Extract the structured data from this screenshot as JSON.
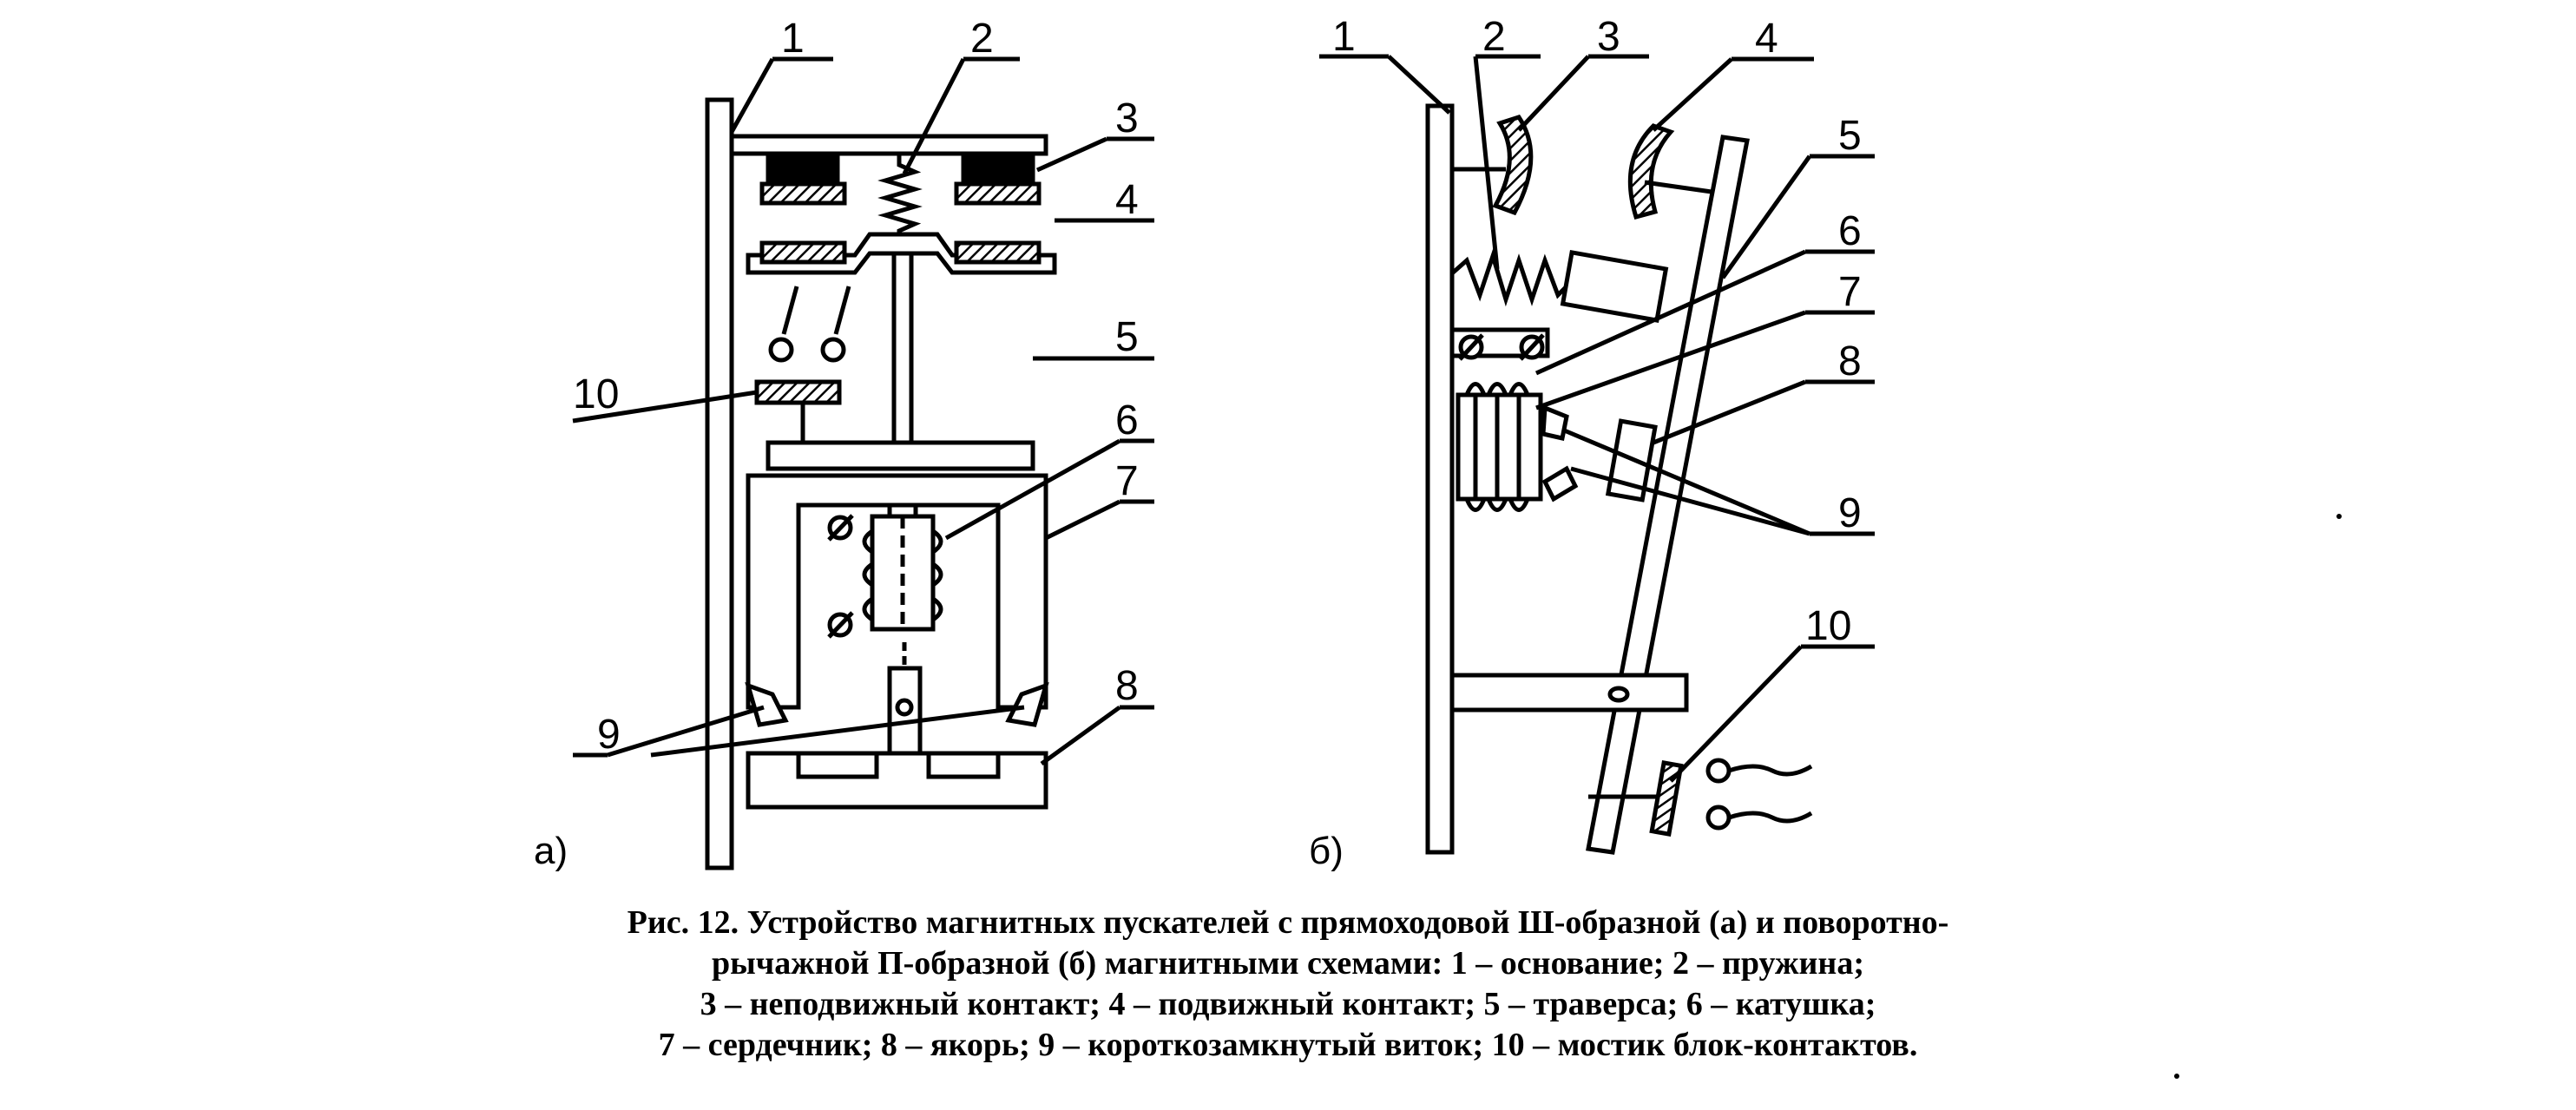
{
  "diagram_a": {
    "labels": [
      "1",
      "2",
      "3",
      "4",
      "5",
      "6",
      "7",
      "8",
      "9",
      "10"
    ],
    "sublabel": "а)"
  },
  "diagram_b": {
    "labels": [
      "1",
      "2",
      "3",
      "4",
      "5",
      "6",
      "7",
      "8",
      "9",
      "10"
    ],
    "sublabel": "б)"
  },
  "caption": {
    "lines": [
      "Рис. 12. Устройство магнитных пускателей с прямоходовой Ш-образной (а) и поворотно-",
      "рычажной П-образной (б) магнитными схемами: 1 – основание; 2 – пружина;",
      "3 – неподвижный контакт; 4 – подвижный контакт; 5 – траверса; 6 – катушка;",
      "7 – сердечник; 8 – якорь; 9 – короткозамкнутый виток; 10 – мостик блок-контактов."
    ]
  }
}
